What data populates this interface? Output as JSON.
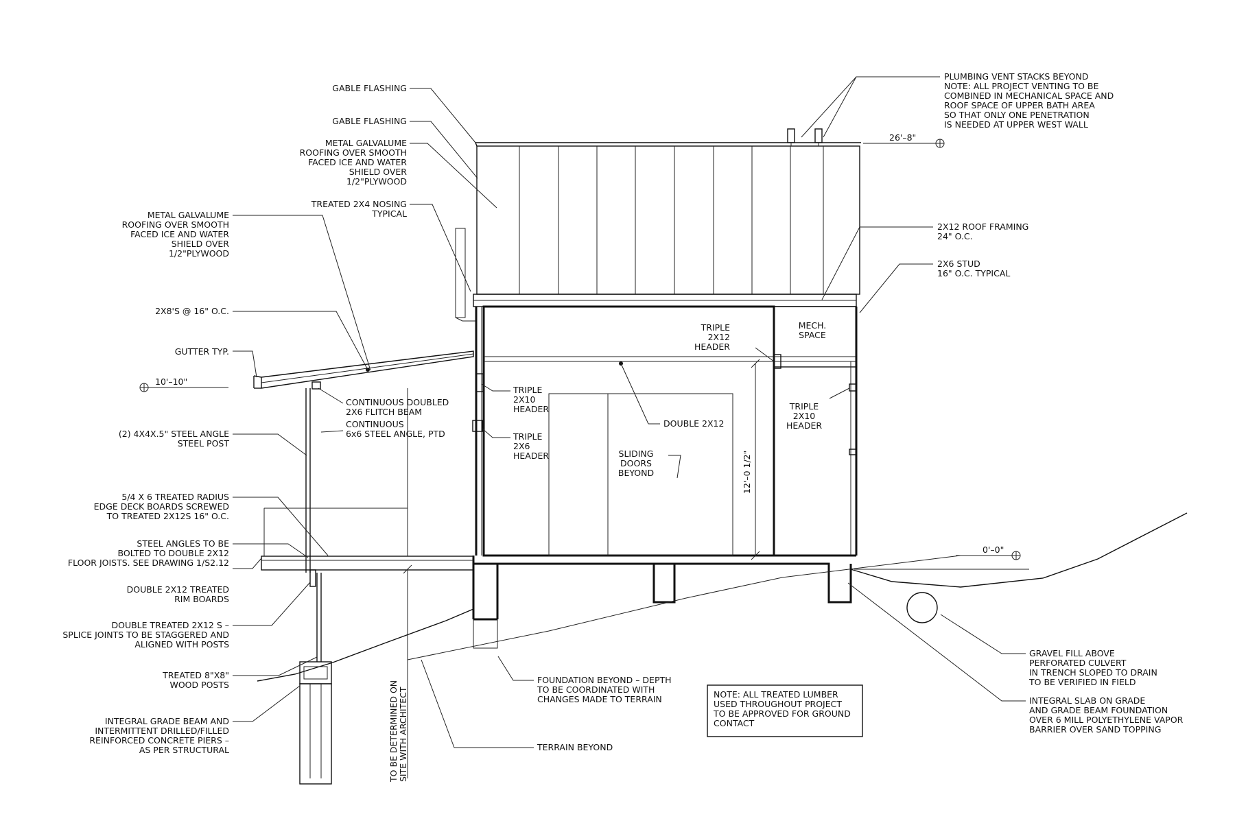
{
  "labels": {
    "gable_flashing_1": [
      "GABLE FLASHING"
    ],
    "gable_flashing_2": [
      "GABLE FLASHING"
    ],
    "upper_roofing": [
      "METAL GALVALUME",
      "ROOFING OVER SMOOTH",
      "FACED ICE AND WATER",
      "SHIELD OVER",
      "1/2\"PLYWOOD"
    ],
    "nosing": [
      "TREATED 2X4 NOSING",
      "TYPICAL"
    ],
    "lower_roofing": [
      "METAL GALVALUME",
      "ROOFING OVER SMOOTH",
      "FACED ICE AND WATER",
      "SHIELD OVER",
      "1/2\"PLYWOOD"
    ],
    "rafters": [
      "2X8'S @ 16\" O.C."
    ],
    "gutter": [
      "GUTTER TYP."
    ],
    "steel_post": [
      "(2) 4X4X.5\" STEEL ANGLE",
      "STEEL POST"
    ],
    "deck_boards": [
      "5/4 X 6 TREATED RADIUS",
      "EDGE DECK BOARDS SCREWED",
      "TO TREATED 2X12S 16\" O.C."
    ],
    "steel_angles": [
      "STEEL ANGLES TO BE",
      "BOLTED TO DOUBLE 2X12",
      "FLOOR JOISTS. SEE DRAWING 1/S2.12"
    ],
    "rim_boards": [
      "DOUBLE 2X12 TREATED",
      "RIM BOARDS"
    ],
    "splice": [
      "DOUBLE TREATED 2X12 S –",
      "SPLICE JOINTS TO BE STAGGERED AND",
      "ALIGNED WITH POSTS"
    ],
    "wood_posts": [
      "TREATED 8\"X8\"",
      "WOOD POSTS"
    ],
    "grade_beam": [
      "INTEGRAL GRADE BEAM AND",
      "INTERMITTENT DRILLED/FILLED",
      "REINFORCED CONCRETE PIERS –",
      "AS PER STRUCTURAL"
    ],
    "flitch_beam": [
      "CONTINUOUS DOUBLED",
      "2X6 FLITCH BEAM"
    ],
    "steel_angle_ptd": [
      "CONTINUOUS",
      "6x6 STEEL ANGLE, PTD"
    ],
    "triple_2x10_left": [
      "TRIPLE",
      "2X10",
      "HEADER"
    ],
    "triple_2x6": [
      "TRIPLE",
      "2X6",
      "HEADER"
    ],
    "triple_2x12": [
      "TRIPLE",
      "2X12",
      "HEADER"
    ],
    "mech_space": [
      "MECH.",
      "SPACE"
    ],
    "triple_2x10_right": [
      "TRIPLE",
      "2X10",
      "HEADER"
    ],
    "double_2x12": [
      "DOUBLE 2X12"
    ],
    "sliding_doors": [
      "SLIDING",
      "DOORS",
      "BEYOND"
    ],
    "plumbing_vent": [
      "PLUMBING VENT STACKS BEYOND",
      "NOTE: ALL PROJECT VENTING TO BE",
      "COMBINED IN MECHANICAL SPACE AND",
      "ROOF SPACE OF UPPER BATH AREA",
      "SO THAT ONLY ONE PENETRATION",
      "IS NEEDED AT UPPER WEST WALL"
    ],
    "roof_framing": [
      "2X12 ROOF FRAMING",
      "24\" O.C."
    ],
    "stud": [
      "2X6 STUD",
      "16\" O.C. TYPICAL"
    ],
    "gravel_fill": [
      "GRAVEL FILL ABOVE",
      "PERFORATED CULVERT",
      "IN TRENCH SLOPED TO DRAIN",
      "TO BE VERIFIED IN FIELD"
    ],
    "slab": [
      "INTEGRAL SLAB ON GRADE",
      "AND GRADE BEAM FOUNDATION",
      "OVER 6 MILL POLYETHYLENE VAPOR",
      "BARRIER OVER SAND TOPPING"
    ],
    "foundation_beyond": [
      "FOUNDATION BEYOND – DEPTH",
      "TO BE COORDINATED WITH",
      "CHANGES MADE TO TERRAIN"
    ],
    "terrain": [
      "TERRAIN BEYOND"
    ],
    "note_box": [
      "NOTE: ALL TREATED LUMBER",
      "USED THROUGHOUT PROJECT",
      "TO BE APPROVED FOR GROUND",
      "CONTACT"
    ],
    "site_note": [
      "TO BE DETERMINED ON",
      "SITE WITH ARCHITECT"
    ]
  },
  "elevations": {
    "roof_top": "26'–8\"",
    "deck": "10'–10\"",
    "floor": "0'–0\""
  },
  "dimension": "12'–0 1/2\""
}
